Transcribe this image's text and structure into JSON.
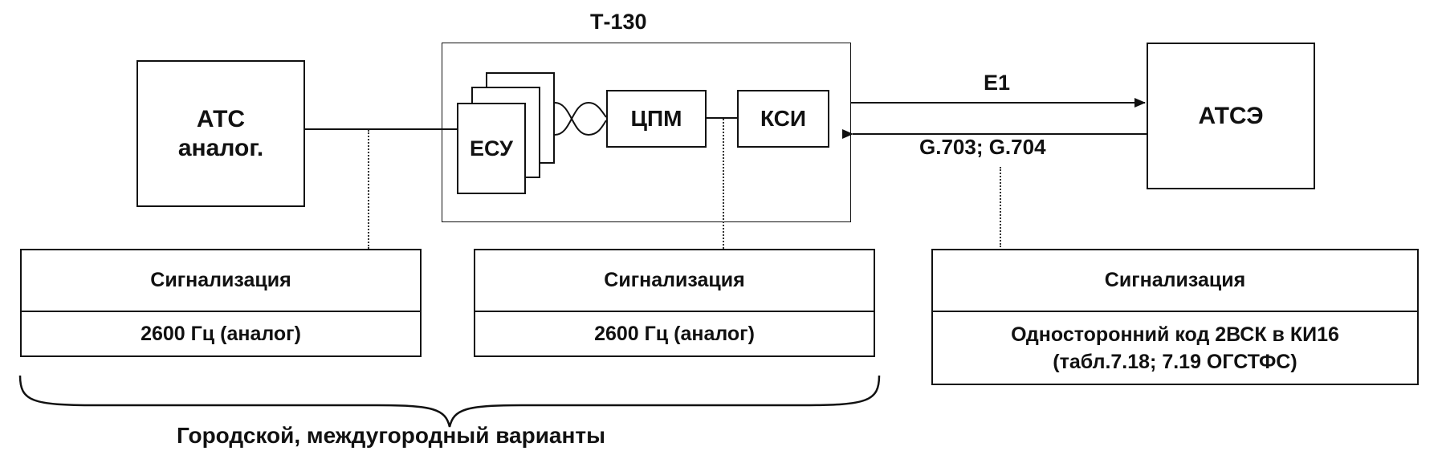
{
  "left_station": {
    "line1": "АТС",
    "line2": "аналог."
  },
  "t130": {
    "title": "Т-130",
    "esu": "ЕСУ",
    "cpm": "ЦПМ",
    "ksi": "КСИ"
  },
  "right_station": {
    "label": "АТСЭ"
  },
  "link": {
    "top_label": "Е1",
    "bottom_label": "G.703; G.704"
  },
  "signaling_tables": [
    {
      "header": "Сигнализация",
      "value": "2600 Гц (аналог)"
    },
    {
      "header": "Сигнализация",
      "value": "2600 Гц (аналог)"
    },
    {
      "header": "Сигнализация",
      "value_line1": "Односторонний код 2ВСК в КИ16",
      "value_line2": "(табл.7.18; 7.19  ОГСТФС)"
    }
  ],
  "brace_caption": "Городской, междугородный варианты"
}
